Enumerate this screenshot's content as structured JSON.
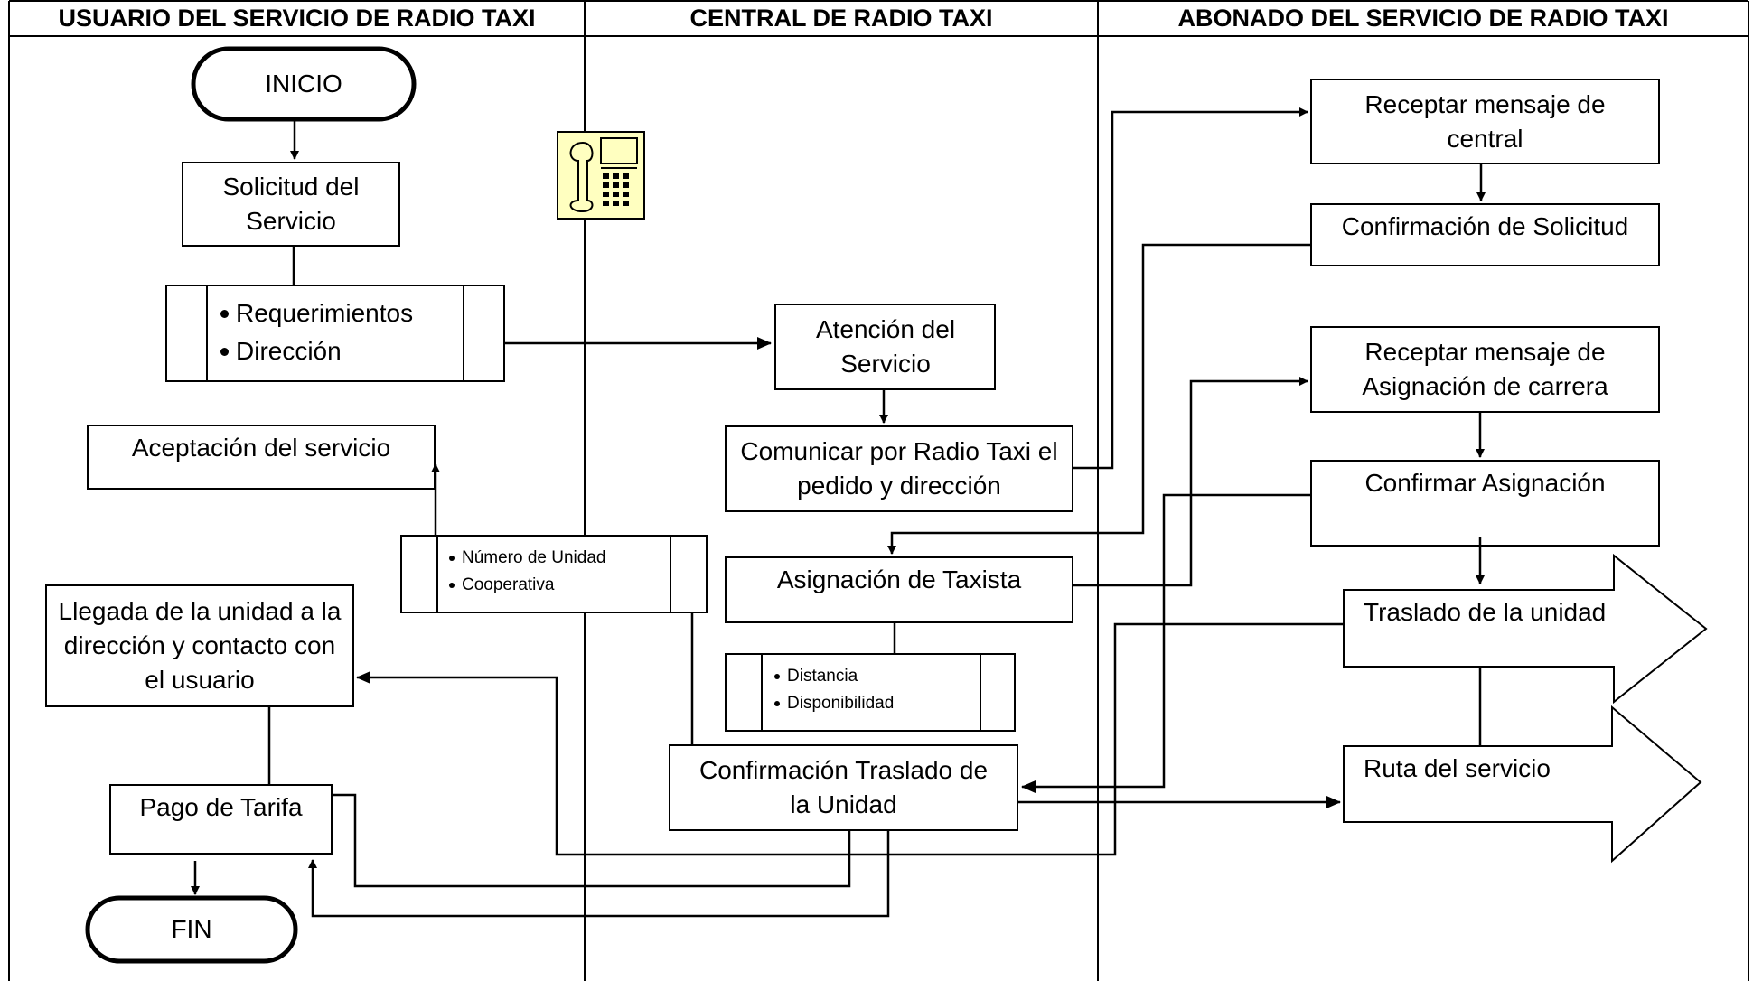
{
  "lanes": {
    "user": "USUARIO DEL SERVICIO DE RADIO TAXI",
    "central": "CENTRAL DE RADIO TAXI",
    "subscriber": "ABONADO DEL SERVICIO DE RADIO TAXI"
  },
  "nodes": {
    "start": "INICIO",
    "request": "Solicitud del Servicio",
    "req_details": [
      "Requerimientos",
      "Dirección"
    ],
    "acceptance": "Aceptación del servicio",
    "unit_info": [
      "Número de Unidad",
      "Cooperativa"
    ],
    "arrival": "Llegada de la unidad a la dirección y contacto con el usuario",
    "payment": "Pago de Tarifa",
    "end": "FIN",
    "attention": "Atención del Servicio",
    "communicate": "Comunicar por Radio Taxi el pedido y dirección",
    "assignment": "Asignación de Taxista",
    "criteria": [
      "Distancia",
      "Disponibilidad"
    ],
    "transfer_confirm": "Confirmación Traslado de la Unidad",
    "receive_msg": "Receptar mensaje de central",
    "confirm_request": "Confirmación de Solicitud",
    "receive_assignment": "Receptar mensaje de Asignación de carrera",
    "confirm_assignment": "Confirmar Asignación",
    "unit_transfer": "Traslado de la unidad",
    "service_route": "Ruta del servicio"
  },
  "icons": {
    "phone": "desk-telephone-icon"
  },
  "colors": {
    "phone_fill": "#ffffc0",
    "line": "#000000"
  }
}
